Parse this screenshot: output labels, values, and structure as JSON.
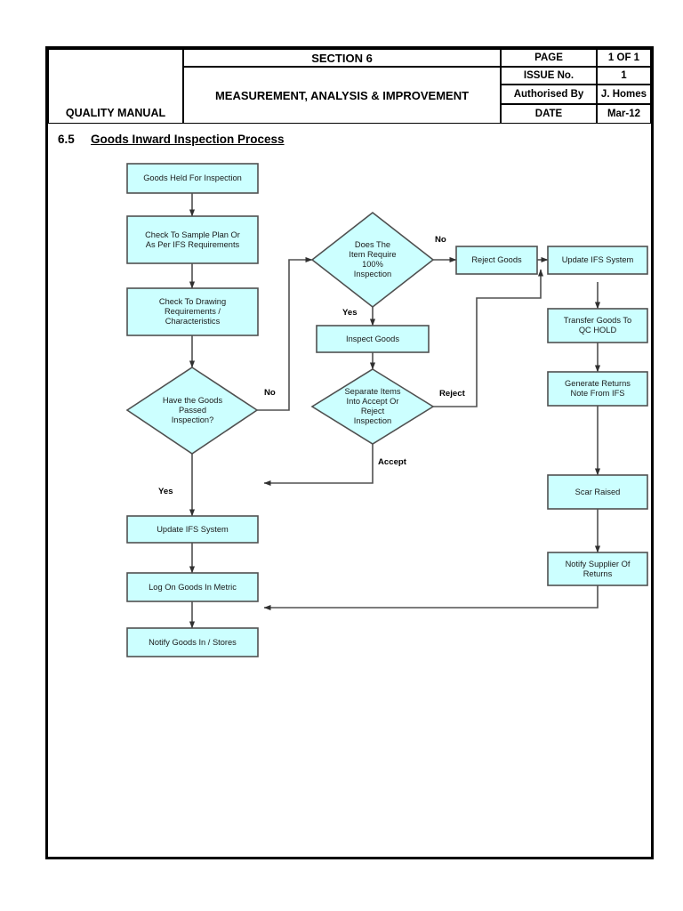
{
  "document": {
    "header": {
      "quality_manual": "QUALITY MANUAL",
      "section": "SECTION 6",
      "subject": "MEASUREMENT, ANALYSIS & IMPROVEMENT",
      "fields": [
        {
          "label": "PAGE",
          "value": "1 OF 1"
        },
        {
          "label": "ISSUE No.",
          "value": "1"
        },
        {
          "label": "Authorised By",
          "value": "J. Homes"
        },
        {
          "label": "DATE",
          "value": "Mar-12"
        }
      ]
    },
    "section_number": "6.5",
    "section_title": "Goods Inward Inspection Process"
  },
  "colors": {
    "node_fill": "#CCFFFF",
    "node_stroke": "#404040",
    "connector": "#404040",
    "text": "#1a1a1a",
    "page_border": "#000000"
  },
  "flowchart": {
    "nodes": [
      {
        "id": "goods-held",
        "shape": "process",
        "label": "Goods Held For Inspection"
      },
      {
        "id": "check-sample-plan",
        "shape": "process",
        "label": "Check To Sample Plan Or\nAs Per IFS Requirements"
      },
      {
        "id": "check-drawing",
        "shape": "process",
        "label": "Check To Drawing\nRequirements /\nCharacteristics"
      },
      {
        "id": "goods-passed",
        "shape": "decision",
        "label": "Have the Goods\nPassed\nInspection?"
      },
      {
        "id": "update-ifs-left",
        "shape": "process",
        "label": "Update IFS System"
      },
      {
        "id": "log-goods-metric",
        "shape": "process",
        "label": "Log On Goods In Metric"
      },
      {
        "id": "notify-goods-in",
        "shape": "process",
        "label": "Notify Goods In / Stores"
      },
      {
        "id": "item-require-100",
        "shape": "decision",
        "label": "Does The\nItem Require\n100%\nInspection"
      },
      {
        "id": "inspect-goods",
        "shape": "process",
        "label": "Inspect Goods"
      },
      {
        "id": "separate-items",
        "shape": "decision",
        "label": "Separate Items\nInto Accept Or\nReject\nInspection"
      },
      {
        "id": "reject-goods",
        "shape": "process",
        "label": "Reject Goods"
      },
      {
        "id": "update-ifs-right",
        "shape": "process",
        "label": "Update IFS System"
      },
      {
        "id": "transfer-qc-hold",
        "shape": "process",
        "label": "Transfer Goods To\nQC HOLD"
      },
      {
        "id": "generate-returns",
        "shape": "process",
        "label": "Generate Returns\nNote From IFS"
      },
      {
        "id": "scar-raised",
        "shape": "process",
        "label": "Scar Raised"
      },
      {
        "id": "notify-supplier",
        "shape": "process",
        "label": "Notify Supplier Of\nReturns"
      }
    ],
    "edge_labels": [
      {
        "id": "no-passed",
        "text": "No"
      },
      {
        "id": "yes-passed",
        "text": "Yes"
      },
      {
        "id": "no-100",
        "text": "No"
      },
      {
        "id": "yes-100",
        "text": "Yes"
      },
      {
        "id": "reject-branch",
        "text": "Reject"
      },
      {
        "id": "accept-branch",
        "text": "Accept"
      }
    ]
  }
}
